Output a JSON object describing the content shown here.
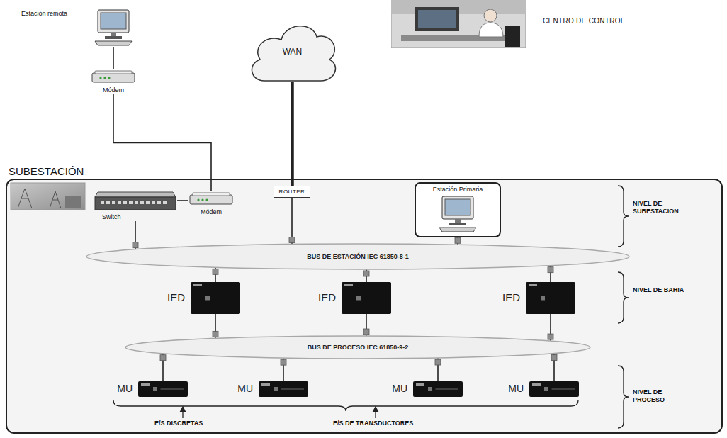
{
  "diagram": {
    "nodes": [
      {
        "text": [
          "Estación remota"
        ]
      },
      {
        "text": [
          "Módem"
        ]
      },
      {
        "text": [
          "WAN"
        ]
      },
      {
        "text": [
          "CENTRO DE CONTROL"
        ]
      },
      {
        "text": [
          "SUBESTACIÓN"
        ]
      },
      {
        "text": [
          "Switch"
        ],
        "in": 4
      },
      {
        "text": [
          "Módem"
        ],
        "in": 4
      },
      {
        "text": [
          "ROUTER"
        ],
        "in": 4
      },
      {
        "text": [
          "Estación Primaria"
        ],
        "in": 4
      },
      {
        "text": [
          "BUS DE ESTACIÓN IEC 61850-8-1"
        ],
        "in": 4
      },
      {
        "text": [
          "IED"
        ],
        "in": 4
      },
      {
        "text": [
          "IED"
        ],
        "in": 4
      },
      {
        "text": [
          "IED"
        ],
        "in": 4
      },
      {
        "text": [
          "BUS DE PROCESO IEC 61850-9-2"
        ],
        "in": 4
      },
      {
        "text": [
          "MU"
        ],
        "in": 4
      },
      {
        "text": [
          "MU"
        ],
        "in": 4
      },
      {
        "text": [
          "MU"
        ],
        "in": 4
      },
      {
        "text": [
          "MU"
        ],
        "in": 4
      }
    ],
    "edges": [
      {
        "from": 0,
        "to": 1,
        "arrow": "none"
      },
      {
        "from": 1,
        "to": 6,
        "arrow": "none"
      },
      {
        "from": 5,
        "to": 6,
        "arrow": "none"
      },
      {
        "from": 5,
        "to": 9,
        "arrow": "none"
      },
      {
        "from": 2,
        "to": 7,
        "arrow": "none"
      },
      {
        "from": 7,
        "to": 9,
        "arrow": "none"
      },
      {
        "from": 8,
        "to": 9,
        "arrow": "none"
      },
      {
        "from": 10,
        "to": 9,
        "arrow": "none"
      },
      {
        "from": 11,
        "to": 9,
        "arrow": "none"
      },
      {
        "from": 12,
        "to": 9,
        "arrow": "none"
      },
      {
        "from": 10,
        "to": 13,
        "arrow": "none"
      },
      {
        "from": 11,
        "to": 13,
        "arrow": "none"
      },
      {
        "from": 12,
        "to": 13,
        "arrow": "none"
      },
      {
        "from": 14,
        "to": 13,
        "arrow": "none"
      },
      {
        "from": 15,
        "to": 13,
        "arrow": "none"
      },
      {
        "from": 16,
        "to": 13,
        "arrow": "none"
      },
      {
        "from": 17,
        "to": 13,
        "arrow": "none"
      }
    ],
    "labels": [
      "NIVEL DE SUBESTACION",
      "NIVEL DE BAHIA",
      "NIVEL DE PROCESO",
      "E/S DISCRETAS",
      "E/S DE TRANSDUCTORES"
    ]
  }
}
